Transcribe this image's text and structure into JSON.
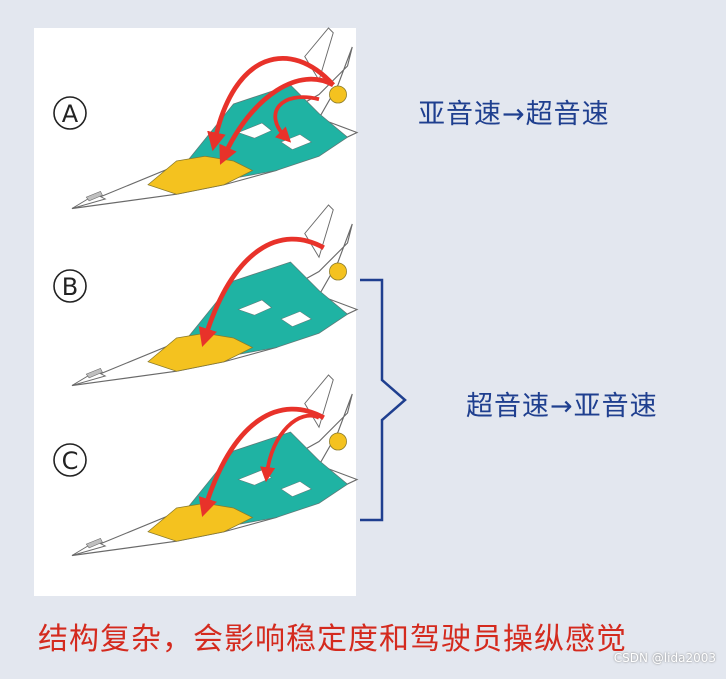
{
  "figure": {
    "panels": [
      {
        "id": "A",
        "label": "A"
      },
      {
        "id": "B",
        "label": "B"
      },
      {
        "id": "C",
        "label": "C"
      }
    ],
    "transition_top": "亚音速→超音速",
    "transition_bottom": "超音速→亚音速",
    "caption": "结构复杂，会影响稳定度和驾驶员操纵感觉",
    "watermark": "CSDN @lida2003"
  },
  "colors": {
    "wing_teal": "#1fb3a3",
    "tank_yellow": "#f4c21f",
    "arrow_red": "#e8322a",
    "label_blue": "#1f3f8f",
    "caption_red": "#d42a1e"
  }
}
